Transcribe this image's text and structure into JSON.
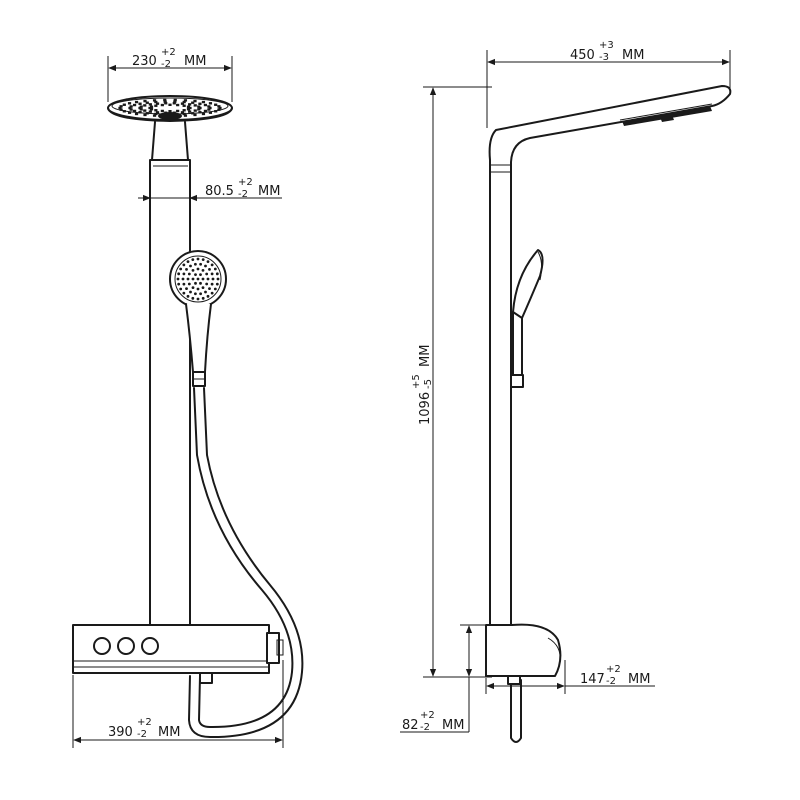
{
  "dimensions": {
    "head_width": {
      "value": "230",
      "tol_plus": "+2",
      "tol_minus": "-2",
      "unit": "MM"
    },
    "pipe_width": {
      "value": "80.5",
      "tol_plus": "+2",
      "tol_minus": "-2",
      "unit": "MM"
    },
    "base_width": {
      "value": "390",
      "tol_plus": "+2",
      "tol_minus": "-2",
      "unit": "MM"
    },
    "arm_reach": {
      "value": "450",
      "tol_plus": "+3",
      "tol_minus": "-3",
      "unit": "MM"
    },
    "total_height": {
      "value": "1096",
      "tol_plus": "+5",
      "tol_minus": "-5",
      "unit": "MM"
    },
    "spout_reach": {
      "value": "147",
      "tol_plus": "+2",
      "tol_minus": "-2",
      "unit": "MM"
    },
    "spout_height": {
      "value": "82",
      "tol_plus": "+2",
      "tol_minus": "-2",
      "unit": "MM"
    }
  }
}
